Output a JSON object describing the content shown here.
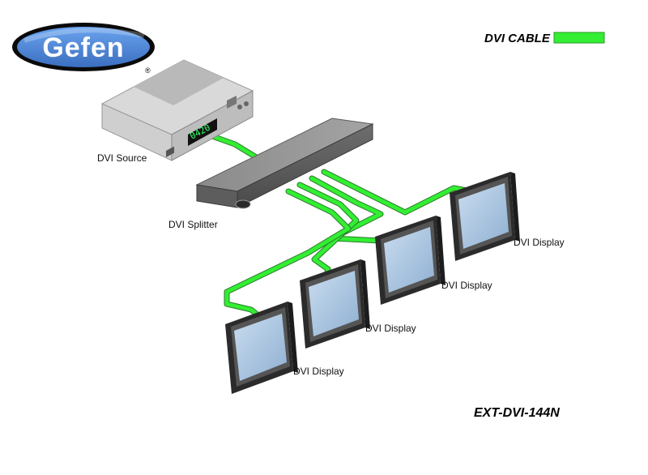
{
  "brand": {
    "logo_text": "Gefen",
    "registered_mark": "®"
  },
  "legend": {
    "label": "DVI CABLE",
    "cable_color": "#33ee33"
  },
  "source": {
    "label": "DVI Source",
    "display_readout": "0420"
  },
  "splitter": {
    "label": "DVI Splitter"
  },
  "displays": [
    {
      "label": "DVI Display"
    },
    {
      "label": "DVI Display"
    },
    {
      "label": "DVI Display"
    },
    {
      "label": "DVI Display"
    }
  ],
  "model": "EXT-DVI-144N",
  "colors": {
    "logo_fill": "#4a86d8",
    "logo_outline": "#0a0a0a",
    "screen": "#a9c4de",
    "device_body": "#8c8c8c"
  }
}
